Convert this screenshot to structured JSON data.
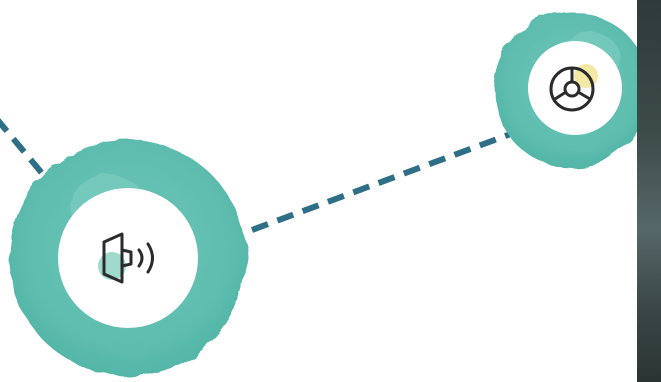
{
  "diagram": {
    "colors": {
      "ring": "#6cc7b9",
      "ring_dark": "#4db3a4",
      "ring_light": "#95dacd",
      "connector": "#2e6e86",
      "icon_stroke": "#2b2b2b",
      "speaker_accent": "#8fd3c6",
      "chart_accent": "#f3e79a",
      "background": "#ffffff",
      "photo_edge": "#3d4b49"
    },
    "nodes": [
      {
        "id": "speaker-node",
        "icon": "speaker-volume-icon"
      },
      {
        "id": "chart-node",
        "icon": "pie-chart-icon"
      }
    ],
    "connectors": [
      {
        "from": "offscreen-top-left",
        "to": "speaker-node",
        "style": "dashed"
      },
      {
        "from": "speaker-node",
        "to": "chart-node",
        "style": "dashed"
      }
    ]
  }
}
